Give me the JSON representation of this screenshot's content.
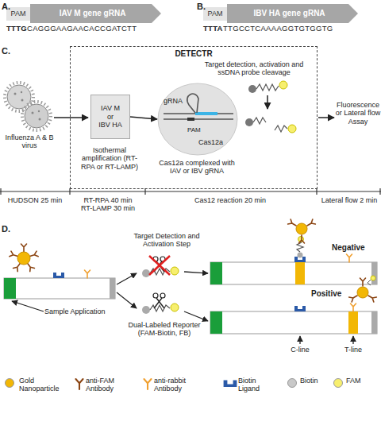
{
  "diagram": {
    "nodes": [
      {
        "text": [
          "PAM"
        ]
      },
      {
        "text": [
          "IAV M gene gRNA"
        ]
      },
      {
        "text": [
          "PAM"
        ]
      },
      {
        "text": [
          "IBV HA gene gRNA"
        ]
      },
      {
        "text": [
          "DETECTR"
        ]
      },
      {
        "text": [
          "IAV M",
          "or",
          "IBV HA"
        ],
        "in": 4
      },
      {
        "text": [
          "gRNA",
          "PAM",
          "Cas12a"
        ],
        "in": 4
      }
    ],
    "edges": [
      {
        "from": 5,
        "to": 6,
        "arrow": "to"
      }
    ],
    "labels": [
      "A.",
      "TTTG",
      "CAGGGAAGAACACCGATCTT",
      "B.",
      "TTTA",
      "TTGCCTCAAAAGGTGTGGTG",
      "C.",
      "Influenza A & B virus",
      "Isothermal amplification (RT-RPA or RT-LAMP)",
      "Target detection, activation and ssDNA probe cleavage",
      "Cas12a complexed with IAV or IBV gRNA",
      "Fluorescence or Lateral flow Assay",
      "HUDSON 25 min",
      "RT-RPA 40 min RT-LAMP 30 min",
      "Cas12 reaction 20 min",
      "Lateral flow 2 min",
      "D.",
      "Target Detection and Activation Step",
      "Sample Application",
      "Dual-Labeled Reporter (FAM-Biotin, FB)",
      "Negative",
      "Positive",
      "C-line",
      "T-line"
    ],
    "legend": [
      {
        "text": "Gold Nanoparticle",
        "color": "#f2b705"
      },
      {
        "text": "anti-FAM Antibody"
      },
      {
        "text": "anti-rabbit Antibody"
      },
      {
        "text": "Biotin Ligand"
      },
      {
        "text": "Biotin",
        "color": "#c8c8c8"
      },
      {
        "text": "FAM",
        "color": "#f7ef6e"
      }
    ]
  }
}
